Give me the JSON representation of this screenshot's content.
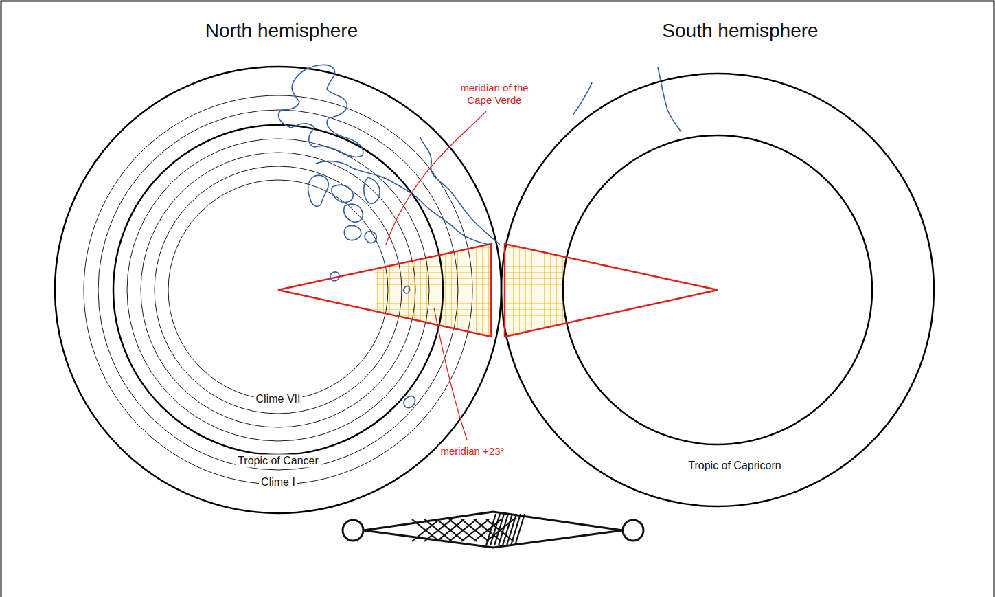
{
  "diagram": {
    "labels": [
      "North hemisphere",
      "South hemisphere",
      "meridian of the Cape Verde",
      "meridian +23°",
      "Clime VII",
      "Tropic of Cancer",
      "Clime I",
      "Tropic of Capricorn"
    ]
  }
}
